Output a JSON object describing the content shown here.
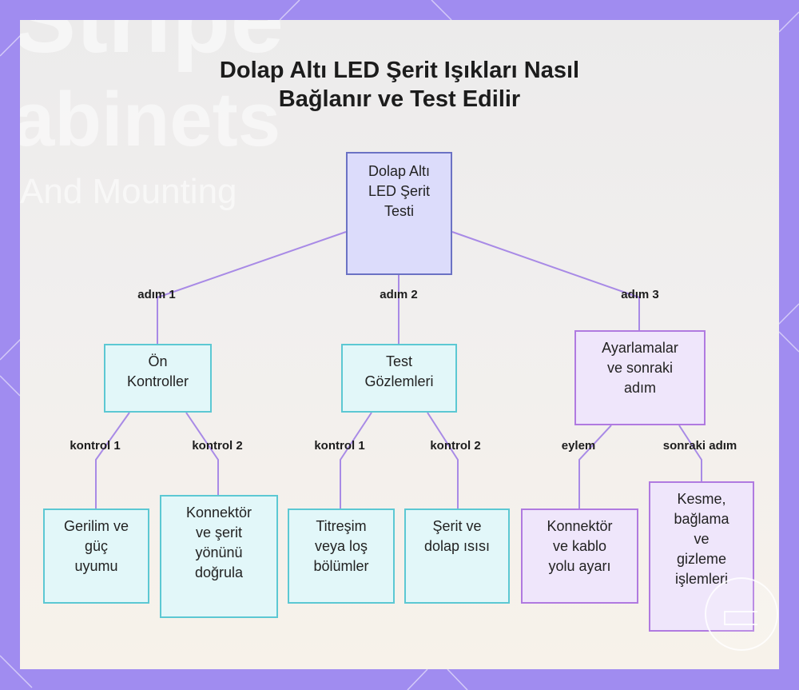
{
  "title_lines": [
    "Dolap Altı LED Şerit Işıkları Nasıl",
    "Bağlanır ve Test Edilir"
  ],
  "background_text": [
    "Stripe",
    "abinets",
    "And Mounting"
  ],
  "colors": {
    "frame": "#a08cf0",
    "root_fill": "#dcdcfb",
    "root_border": "#6b72c4",
    "cyan_fill": "#e2f7f9",
    "cyan_border": "#5cc8d3",
    "violet_fill": "#efe6fb",
    "violet_border": "#b07ae0",
    "edge": "#a88ae6"
  },
  "nodes": {
    "root": [
      "Dolap Altı",
      "LED Şerit",
      "Testi"
    ],
    "pre_checks": [
      "Ön",
      "Kontroller"
    ],
    "test_observations": [
      "Test",
      "Gözlemleri"
    ],
    "adjustments": [
      "Ayarlamalar",
      "ve sonraki",
      "adım"
    ],
    "voltage": [
      "Gerilim ve",
      "güç",
      "uyumu"
    ],
    "connector_direction": [
      "Konnektör",
      "ve şerit",
      "yönünü",
      "doğrula"
    ],
    "flicker": [
      "Titreşim",
      "veya loş",
      "bölümler"
    ],
    "strip_heat": [
      "Şerit ve",
      "dolap ısısı"
    ],
    "connector_cable": [
      "Konnektör",
      "ve kablo",
      "yolu ayarı"
    ],
    "cut_connect": [
      "Kesme,",
      "bağlama",
      "ve",
      "gizleme",
      "işlemleri"
    ]
  },
  "edge_labels": {
    "step1": "adım 1",
    "step2": "adım 2",
    "step3": "adım 3",
    "check1_a": "kontrol 1",
    "check2_a": "kontrol 2",
    "check1_b": "kontrol 1",
    "check2_b": "kontrol 2",
    "action": "eylem",
    "next_step": "sonraki adım"
  }
}
